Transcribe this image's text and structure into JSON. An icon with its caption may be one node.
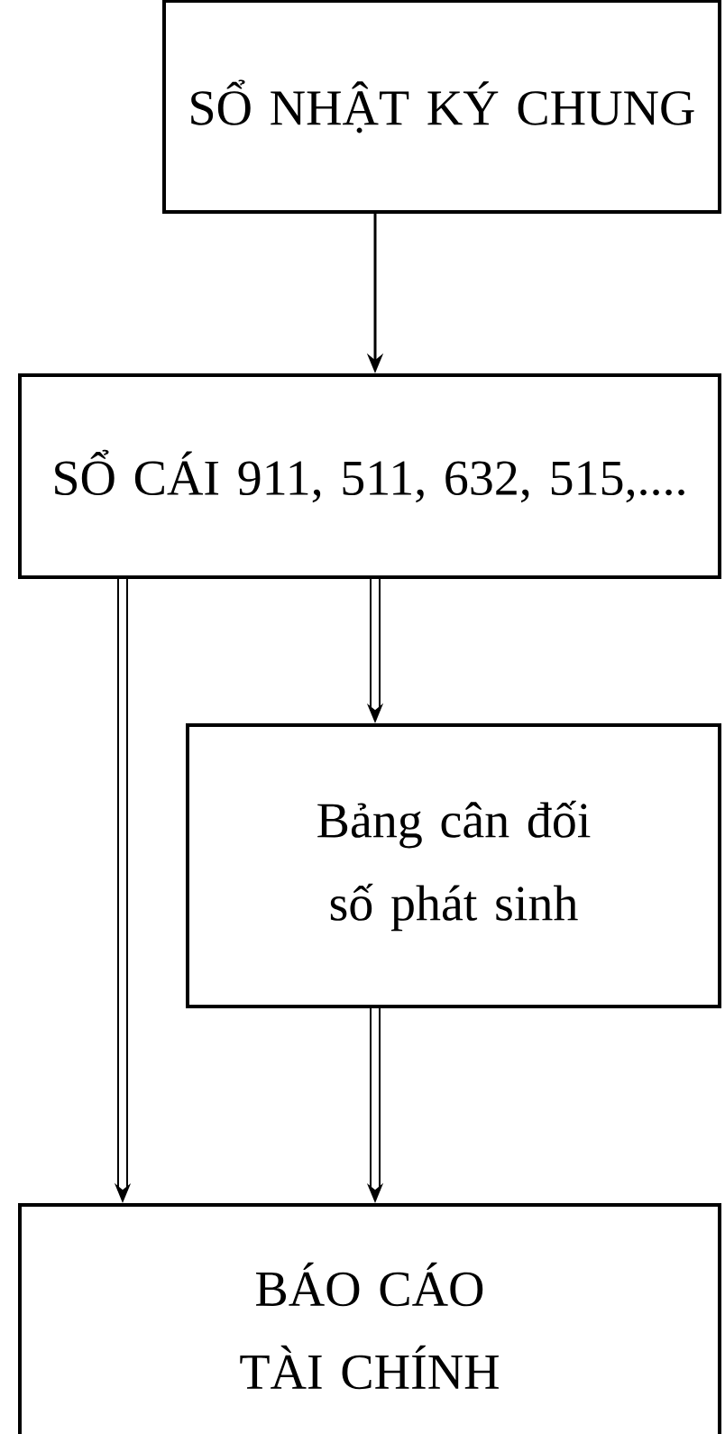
{
  "diagram": {
    "nodes": [
      {
        "text": [
          "SỔ NHẬT KÝ CHUNG"
        ]
      },
      {
        "text": [
          "SỔ CÁI 911, 511, 632, 515,...."
        ]
      },
      {
        "text": [
          "Bảng cân đối số phát sinh"
        ]
      },
      {
        "text": [
          "BÁO CÁO TÀI CHÍNH"
        ]
      }
    ],
    "edges": [
      {
        "from": 0,
        "to": 1,
        "arrow": "to"
      },
      {
        "from": 1,
        "to": 3,
        "arrow": "to"
      },
      {
        "from": 1,
        "to": 2,
        "arrow": "to"
      },
      {
        "from": 2,
        "to": 3,
        "arrow": "to"
      }
    ]
  }
}
